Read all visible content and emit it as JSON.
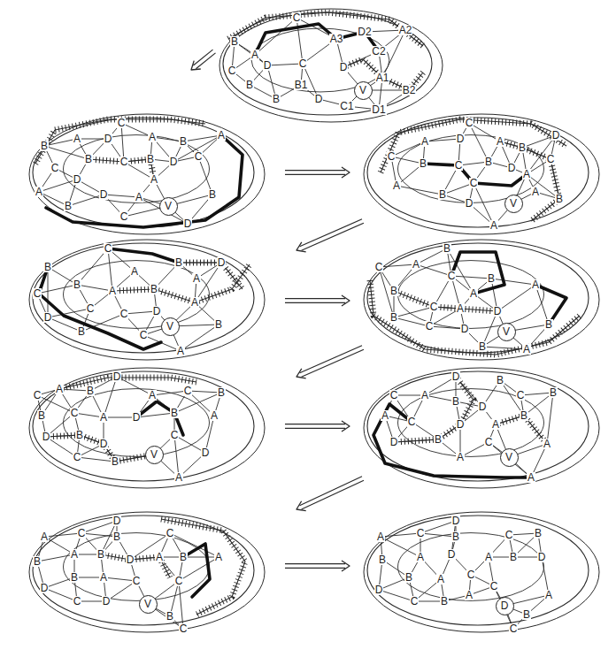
{
  "diagram": {
    "nodes": [
      {
        "text": [
          "V"
        ]
      },
      {
        "text": [
          "V"
        ]
      },
      {
        "text": [
          "V"
        ]
      },
      {
        "text": [
          "V"
        ]
      },
      {
        "text": [
          "V"
        ]
      },
      {
        "text": [
          "V"
        ]
      },
      {
        "text": [
          "V"
        ]
      },
      {
        "text": [
          "V"
        ]
      },
      {
        "text": [
          "D"
        ]
      }
    ],
    "labels": [
      "C",
      "A2",
      "B",
      "A",
      "A3",
      "D2",
      "C2",
      "C",
      "D",
      "C",
      "D",
      "B1",
      "B",
      "B",
      "A1",
      "B2",
      "C1",
      "D1",
      "D",
      "C",
      "A",
      "D",
      "A",
      "B",
      "A",
      "B",
      "C",
      "B",
      "C",
      "B",
      "D",
      "C",
      "D",
      "A",
      "D",
      "A",
      "A",
      "B",
      "C",
      "B",
      "D",
      "C",
      "A",
      "D",
      "A",
      "B",
      "D",
      "C",
      "B",
      "C",
      "B",
      "D",
      "C",
      "A",
      "C",
      "A",
      "B",
      "D",
      "A",
      "B",
      "A",
      "C",
      "B",
      "B",
      "D",
      "A",
      "C",
      "B",
      "A",
      "B",
      "A",
      "C",
      "C",
      "D",
      "D",
      "B",
      "A",
      "B",
      "C",
      "A",
      "B",
      "C",
      "A",
      "C",
      "B",
      "A",
      "B",
      "A",
      "C",
      "A",
      "D",
      "B",
      "C",
      "D",
      "B",
      "B",
      "A",
      "D",
      "C",
      "A",
      "B",
      "A",
      "C",
      "B",
      "B",
      "C",
      "A",
      "D",
      "B",
      "A",
      "D",
      "B",
      "D",
      "C",
      "C",
      "B",
      "D",
      "A",
      "D",
      "B",
      "C",
      "A",
      "B",
      "D",
      "C",
      "B",
      "A",
      "C",
      "D",
      "A",
      "B",
      "D",
      "B",
      "C",
      "A",
      "A",
      "A",
      "D",
      "A",
      "C",
      "B",
      "C",
      "B",
      "A",
      "B",
      "D",
      "A",
      "B",
      "A",
      "D",
      "B",
      "A",
      "C",
      "C",
      "D",
      "C",
      "B",
      "C",
      "D",
      "A",
      "C",
      "B",
      "C",
      "B",
      "B",
      "A",
      "D",
      "A",
      "B",
      "D",
      "B",
      "A",
      "C",
      "D",
      "C",
      "B",
      "A",
      "C",
      "B",
      "A",
      "C"
    ]
  }
}
